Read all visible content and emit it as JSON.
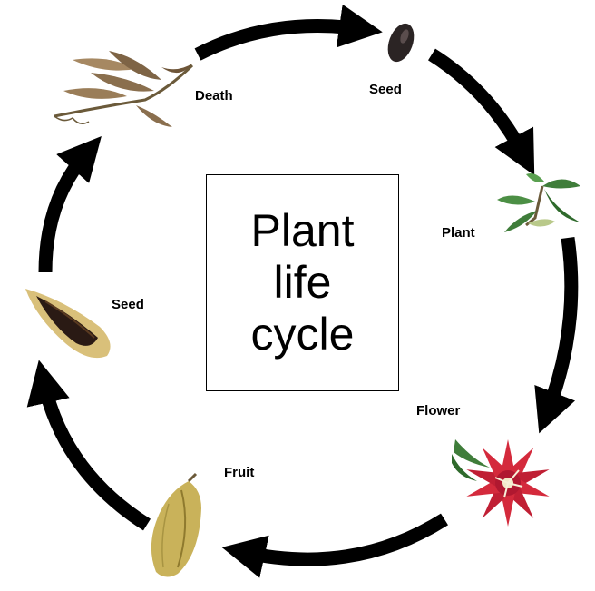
{
  "title": {
    "line1": "Plant",
    "line2": "life",
    "line3": "cycle"
  },
  "stages": [
    {
      "id": "seed-top",
      "label": "Seed",
      "icon": "seed-icon"
    },
    {
      "id": "plant",
      "label": "Plant",
      "icon": "seedling-icon"
    },
    {
      "id": "flower",
      "label": "Flower",
      "icon": "flower-icon"
    },
    {
      "id": "fruit",
      "label": "Fruit",
      "icon": "fruit-icon"
    },
    {
      "id": "seed-left",
      "label": "Seed",
      "icon": "seed-pod-icon"
    },
    {
      "id": "death",
      "label": "Death",
      "icon": "dead-plant-icon"
    }
  ],
  "colors": {
    "arrow": "#000000",
    "flower": "#d42a3c",
    "leaf": "#3f7d3a",
    "fruit": "#c9b25a",
    "dead": "#8a6f4e",
    "seed_dark": "#2b2424"
  }
}
